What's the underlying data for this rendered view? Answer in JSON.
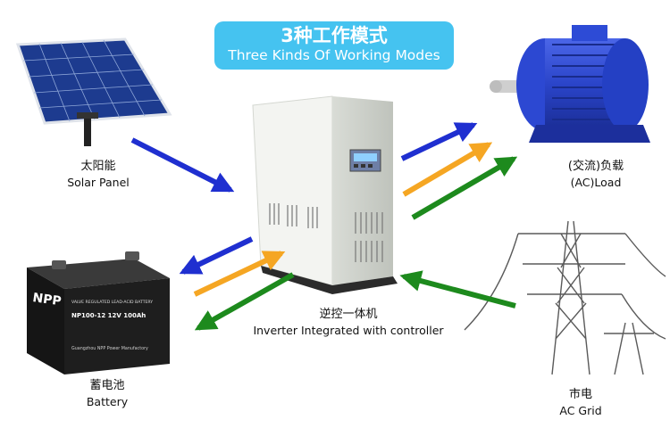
{
  "title": {
    "chinese": "3种工作模式",
    "english": "Three Kinds Of Working Modes"
  },
  "components": {
    "solar_panel": {
      "chinese": "太阳能",
      "english": "Solar Panel"
    },
    "inverter": {
      "chinese": "逆控一体机",
      "english": "Inverter Integrated with controller"
    },
    "battery": {
      "chinese": "蓄电池",
      "english": "Battery"
    },
    "load": {
      "chinese": "(交流)负载",
      "english": "(AC)Load"
    },
    "grid": {
      "chinese": "市电",
      "english": "AC Grid"
    }
  },
  "battery_print": {
    "brand": "NPP",
    "model": "NP100-12 12V 100Ah",
    "top_line": "VALVE REGULATED LEAD-ACID BATTERY",
    "bottom_line": "Guangzhou NPP Power Manufactory"
  },
  "colors": {
    "title_bg": "#45c3f0",
    "mode_blue": "#1f2fd0",
    "mode_orange": "#f5a623",
    "mode_green": "#1d8a1d"
  }
}
